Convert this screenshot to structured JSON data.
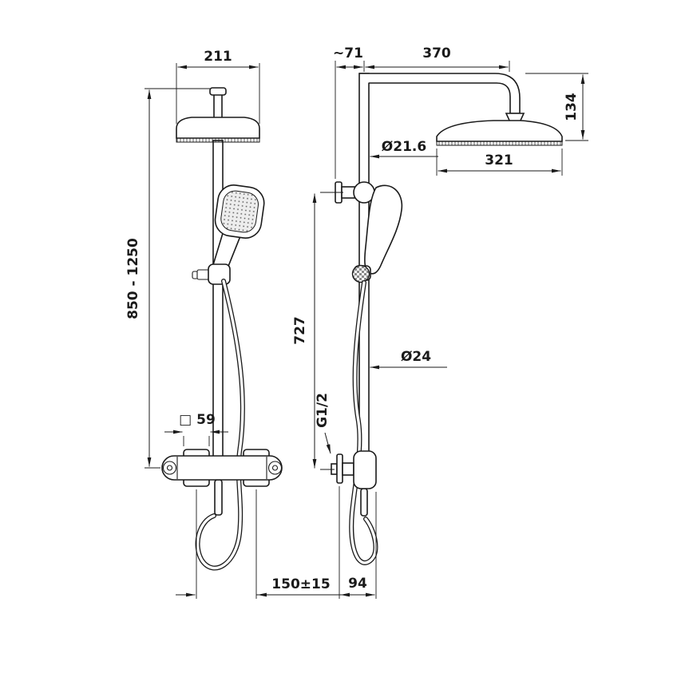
{
  "drawing": {
    "background": "#ffffff",
    "line_color": "#1a1a1a",
    "description": "Technical dimension drawing of a shower column system, front view and side view",
    "labels": {
      "head_width_front": "211",
      "wall_clearance": "~71",
      "arm_projection": "370",
      "head_height_drop": "134",
      "riser_upper_diameter": "Ø21.6",
      "head_width_side": "321",
      "total_height_range": "850 - 1250",
      "riser_length": "727",
      "riser_diameter": "Ø24",
      "inlet_thread": "G1/2",
      "escutcheon_size": "□ 59",
      "inlet_spacing": "150±15",
      "mixer_depth": "94"
    }
  }
}
